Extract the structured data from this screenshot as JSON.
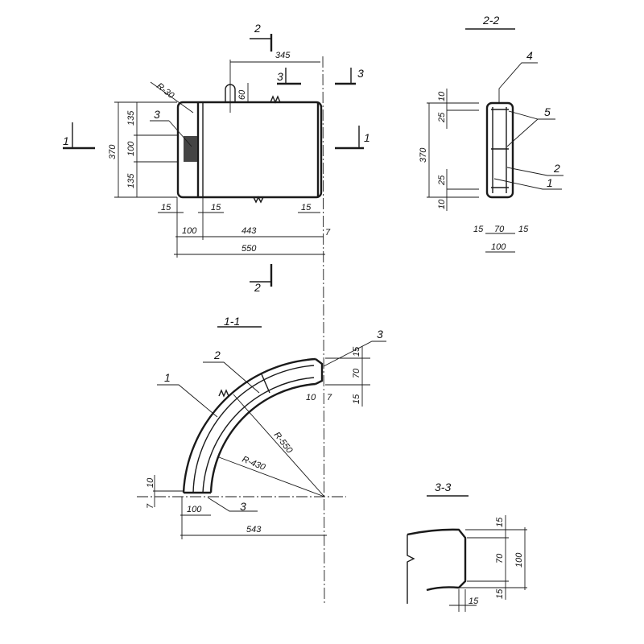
{
  "plan_view": {
    "section_2_mark_top": "2",
    "section_2_mark_bottom": "2",
    "section_1_mark_left": "1",
    "section_1_mark_right": "1",
    "section_3_mark_left": "3",
    "section_3_mark_right": "3",
    "radius": "R-30",
    "callout_3": "3",
    "dim_345": "345",
    "dim_60": "60",
    "dim_370": "370",
    "dim_135_top": "135",
    "dim_100_mid": "100",
    "dim_135_bottom": "135",
    "dim_15_left": "15",
    "dim_15_mid": "15",
    "dim_15_right": "15",
    "dim_100": "100",
    "dim_443": "443",
    "dim_7": "7",
    "dim_550": "550"
  },
  "section_2_2": {
    "title": "2-2",
    "callout_4": "4",
    "callout_5": "5",
    "callout_2": "2",
    "callout_1": "1",
    "dim_10_top": "10",
    "dim_25_top": "25",
    "dim_370": "370",
    "dim_25_bottom": "25",
    "dim_10_bottom": "10",
    "dim_15_left": "15",
    "dim_70": "70",
    "dim_15_right": "15",
    "dim_100": "100"
  },
  "section_1_1": {
    "title": "1-1",
    "callout_1": "1",
    "callout_2": "2",
    "callout_3_top": "3",
    "callout_3_bottom": "3",
    "radius_outer": "R-550",
    "radius_inner": "R-430",
    "dim_15_top": "15",
    "dim_70": "70",
    "dim_15_bottom": "15",
    "dim_10_right": "10",
    "dim_7_right": "7",
    "dim_10_left": "10",
    "dim_7_left": "7",
    "dim_100": "100",
    "dim_543": "543"
  },
  "section_3_3": {
    "title": "3-3",
    "dim_15_top": "15",
    "dim_70": "70",
    "dim_100": "100",
    "dim_15_bottom": "15",
    "dim_15_width": "15"
  }
}
